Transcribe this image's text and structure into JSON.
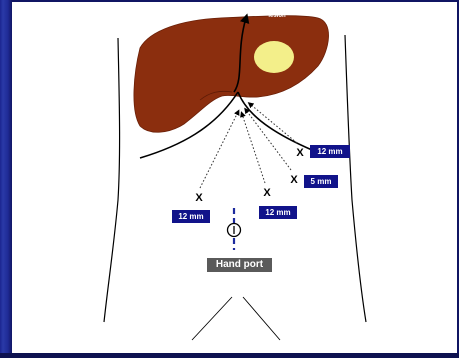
{
  "labels": {
    "port_top_right": "12 mm",
    "port_5mm": "5 mm",
    "port_left": "12 mm",
    "port_middle": "12 mm",
    "hand_port": "Hand port",
    "liver_caption": "lesion"
  },
  "marks": {
    "x_mark": "X"
  },
  "colors": {
    "liver": "#8b2e0e",
    "lesion": "#f3ef8a",
    "label_bg": "#11138a",
    "hand_port_bg": "#5a5a5a",
    "trocar_line": "#1d2b9e",
    "background_frame": "#1a1f7a"
  }
}
